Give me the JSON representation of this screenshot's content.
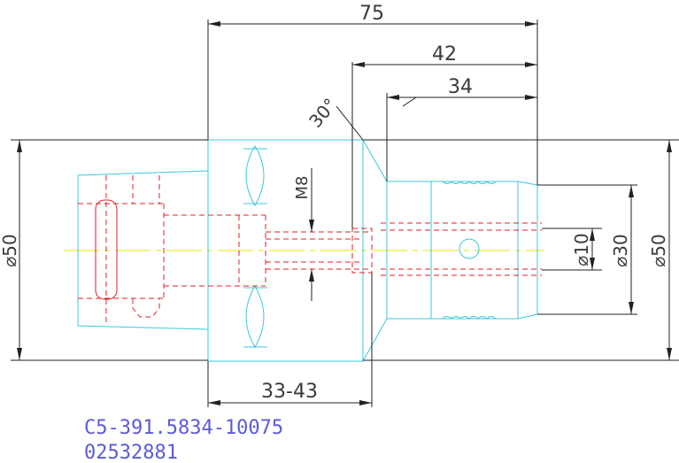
{
  "drawing": {
    "colors": {
      "outline": "#38c8dc",
      "hidden": "#e02020",
      "centerline": "#e6e600",
      "dimension": "#222222",
      "part_code": "#5b5bd6"
    },
    "dimensions": {
      "overall_length": "75",
      "length_42": "42",
      "length_34": "34",
      "chamfer_angle": "30°",
      "thread": "M8",
      "diameter_left": "⌀50",
      "diameter_10": "⌀10",
      "diameter_30": "⌀30",
      "diameter_right": "⌀50",
      "clamp_range": "33-43"
    },
    "part_code_line1": "C5-391.5834-10075",
    "part_code_line2": "02532881"
  }
}
